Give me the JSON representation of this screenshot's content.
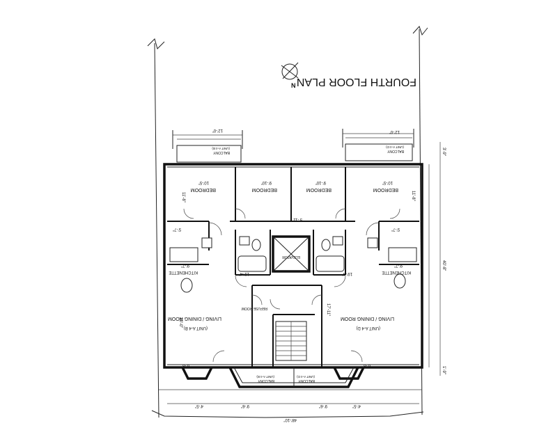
{
  "title": "FOURTH FLOOR PLAN",
  "north_label": "N",
  "rooms": {
    "bedroom_nw": {
      "name": "BEDROOM",
      "dim": "10'-5\""
    },
    "bedroom_nc": {
      "name": "BEDROOM",
      "dim": "9'-10\""
    },
    "bedroom_ec": {
      "name": "BEDROOM",
      "dim": "9'-10\""
    },
    "bedroom_ne": {
      "name": "BEDROOM",
      "dim": "10'-5\""
    },
    "kitchenette_w": {
      "name": "KITCHENETTE",
      "dim": "9'-7\""
    },
    "kitchenette_e": {
      "name": "KITCHENETTE",
      "dim": "9'-7\""
    },
    "living_w": {
      "name": "LIVING / DINING ROOM",
      "unit": "(UNIT A-4 B)"
    },
    "living_e": {
      "name": "LIVING / DINING ROOM",
      "unit": "(UNIT A-4 D)"
    },
    "elevator": {
      "name": "ELEVATOR"
    },
    "refuse": {
      "name": "REFUSE ROOM"
    }
  },
  "balconies": {
    "top_w": {
      "name": "BALCONY",
      "unit": "(UNIT A-4 B)"
    },
    "top_e": {
      "name": "BALCONY",
      "unit": "(UNIT A-4 D)"
    },
    "bottom_w": {
      "name": "BALCONY",
      "unit": "(UNIT A-4 B)"
    },
    "bottom_e": {
      "name": "BALCONY",
      "unit": "(UNIT A-4 D)"
    }
  },
  "dimensions": {
    "overall_width": "48'-10\"",
    "overall_depth": "40'-8\"",
    "balcony_top_w": "12'-0\"",
    "balcony_top_e": "12'-0\"",
    "top_offset": "3'-9\"",
    "bottom_offset": "1'-9\"",
    "bay_w": "9'-6\"",
    "bay_e": "9'-6\"",
    "bay_end_w": "4'-5\"",
    "bay_end_e": "4'-5\"",
    "bottom_seg_w": "6'-8\"",
    "bottom_seg_e": "6'-8\"",
    "room_depth_w": "11'-8\"",
    "room_depth_e": "11'-8\"",
    "living_depth_w": "10'-0\"",
    "living_depth_e": "17'-11\"",
    "core_width": "5'-11\"",
    "hall_w": "5'-7\"",
    "hall_e": "5'-7\"",
    "living_width_w": "19'-4\"",
    "living_width_e": "19'-4\""
  }
}
